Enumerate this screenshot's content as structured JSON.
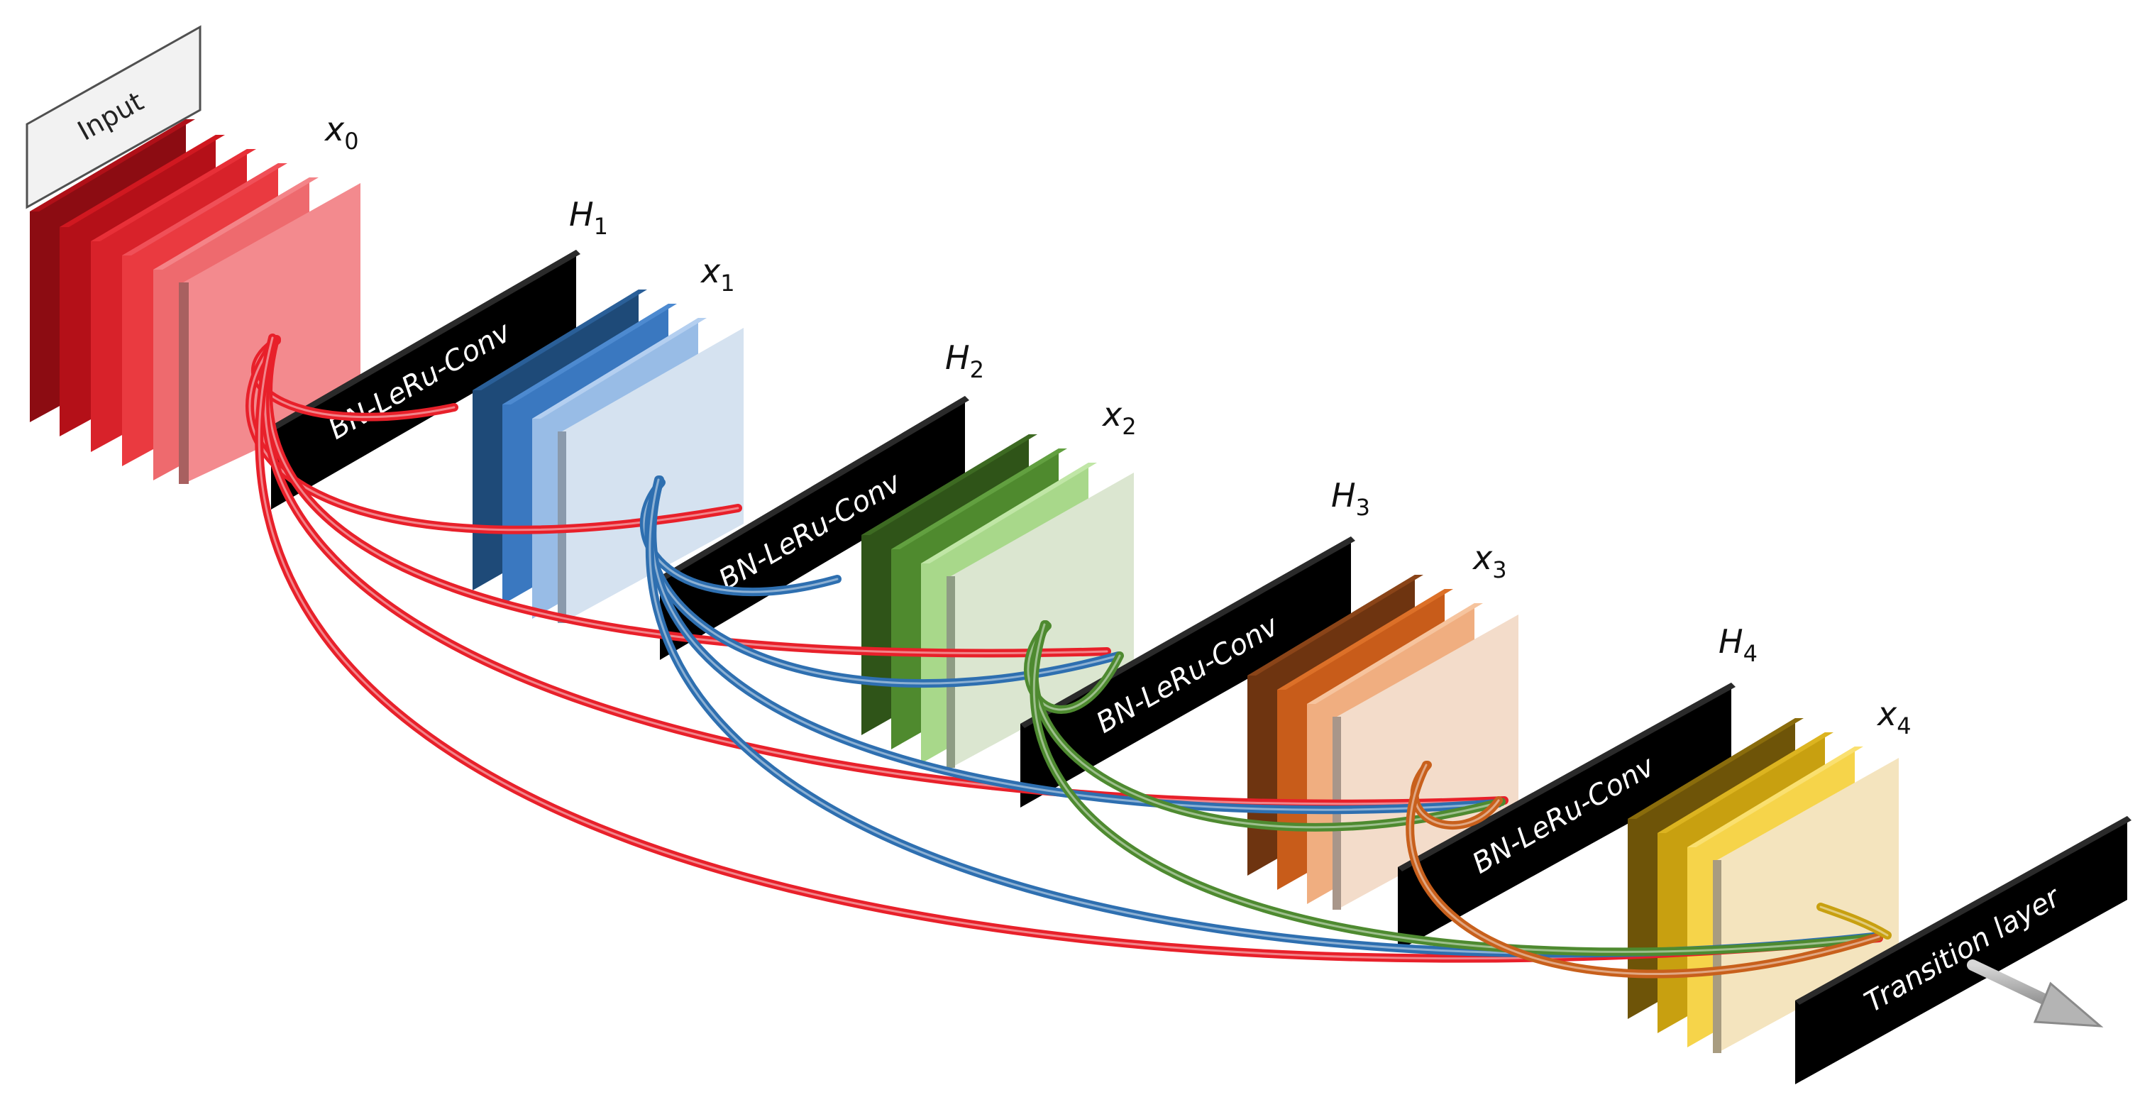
{
  "input_label": "Input",
  "feature_maps": [
    {
      "var": "x",
      "sub": "0",
      "color": "#e8202a"
    },
    {
      "var": "x",
      "sub": "1",
      "color": "#2e6fb0"
    },
    {
      "var": "x",
      "sub": "2",
      "color": "#4e8a30"
    },
    {
      "var": "x",
      "sub": "3",
      "color": "#c8601c"
    },
    {
      "var": "x",
      "sub": "4",
      "color": "#c8a010"
    }
  ],
  "operations": [
    {
      "var": "H",
      "sub": "1",
      "label": "BN-LeRu-Conv"
    },
    {
      "var": "H",
      "sub": "2",
      "label": "BN-LeRu-Conv"
    },
    {
      "var": "H",
      "sub": "3",
      "label": "BN-LeRu-Conv"
    },
    {
      "var": "H",
      "sub": "4",
      "label": "BN-LeRu-Conv"
    }
  ],
  "transition_label": "Transition layer",
  "colors": {
    "red": "#e8202a",
    "blue": "#2e6fb0",
    "green": "#4e8a30",
    "orange": "#c8601c",
    "gold": "#c8a010",
    "layer_box": "#000000",
    "arrow": "#9e9e9e"
  }
}
